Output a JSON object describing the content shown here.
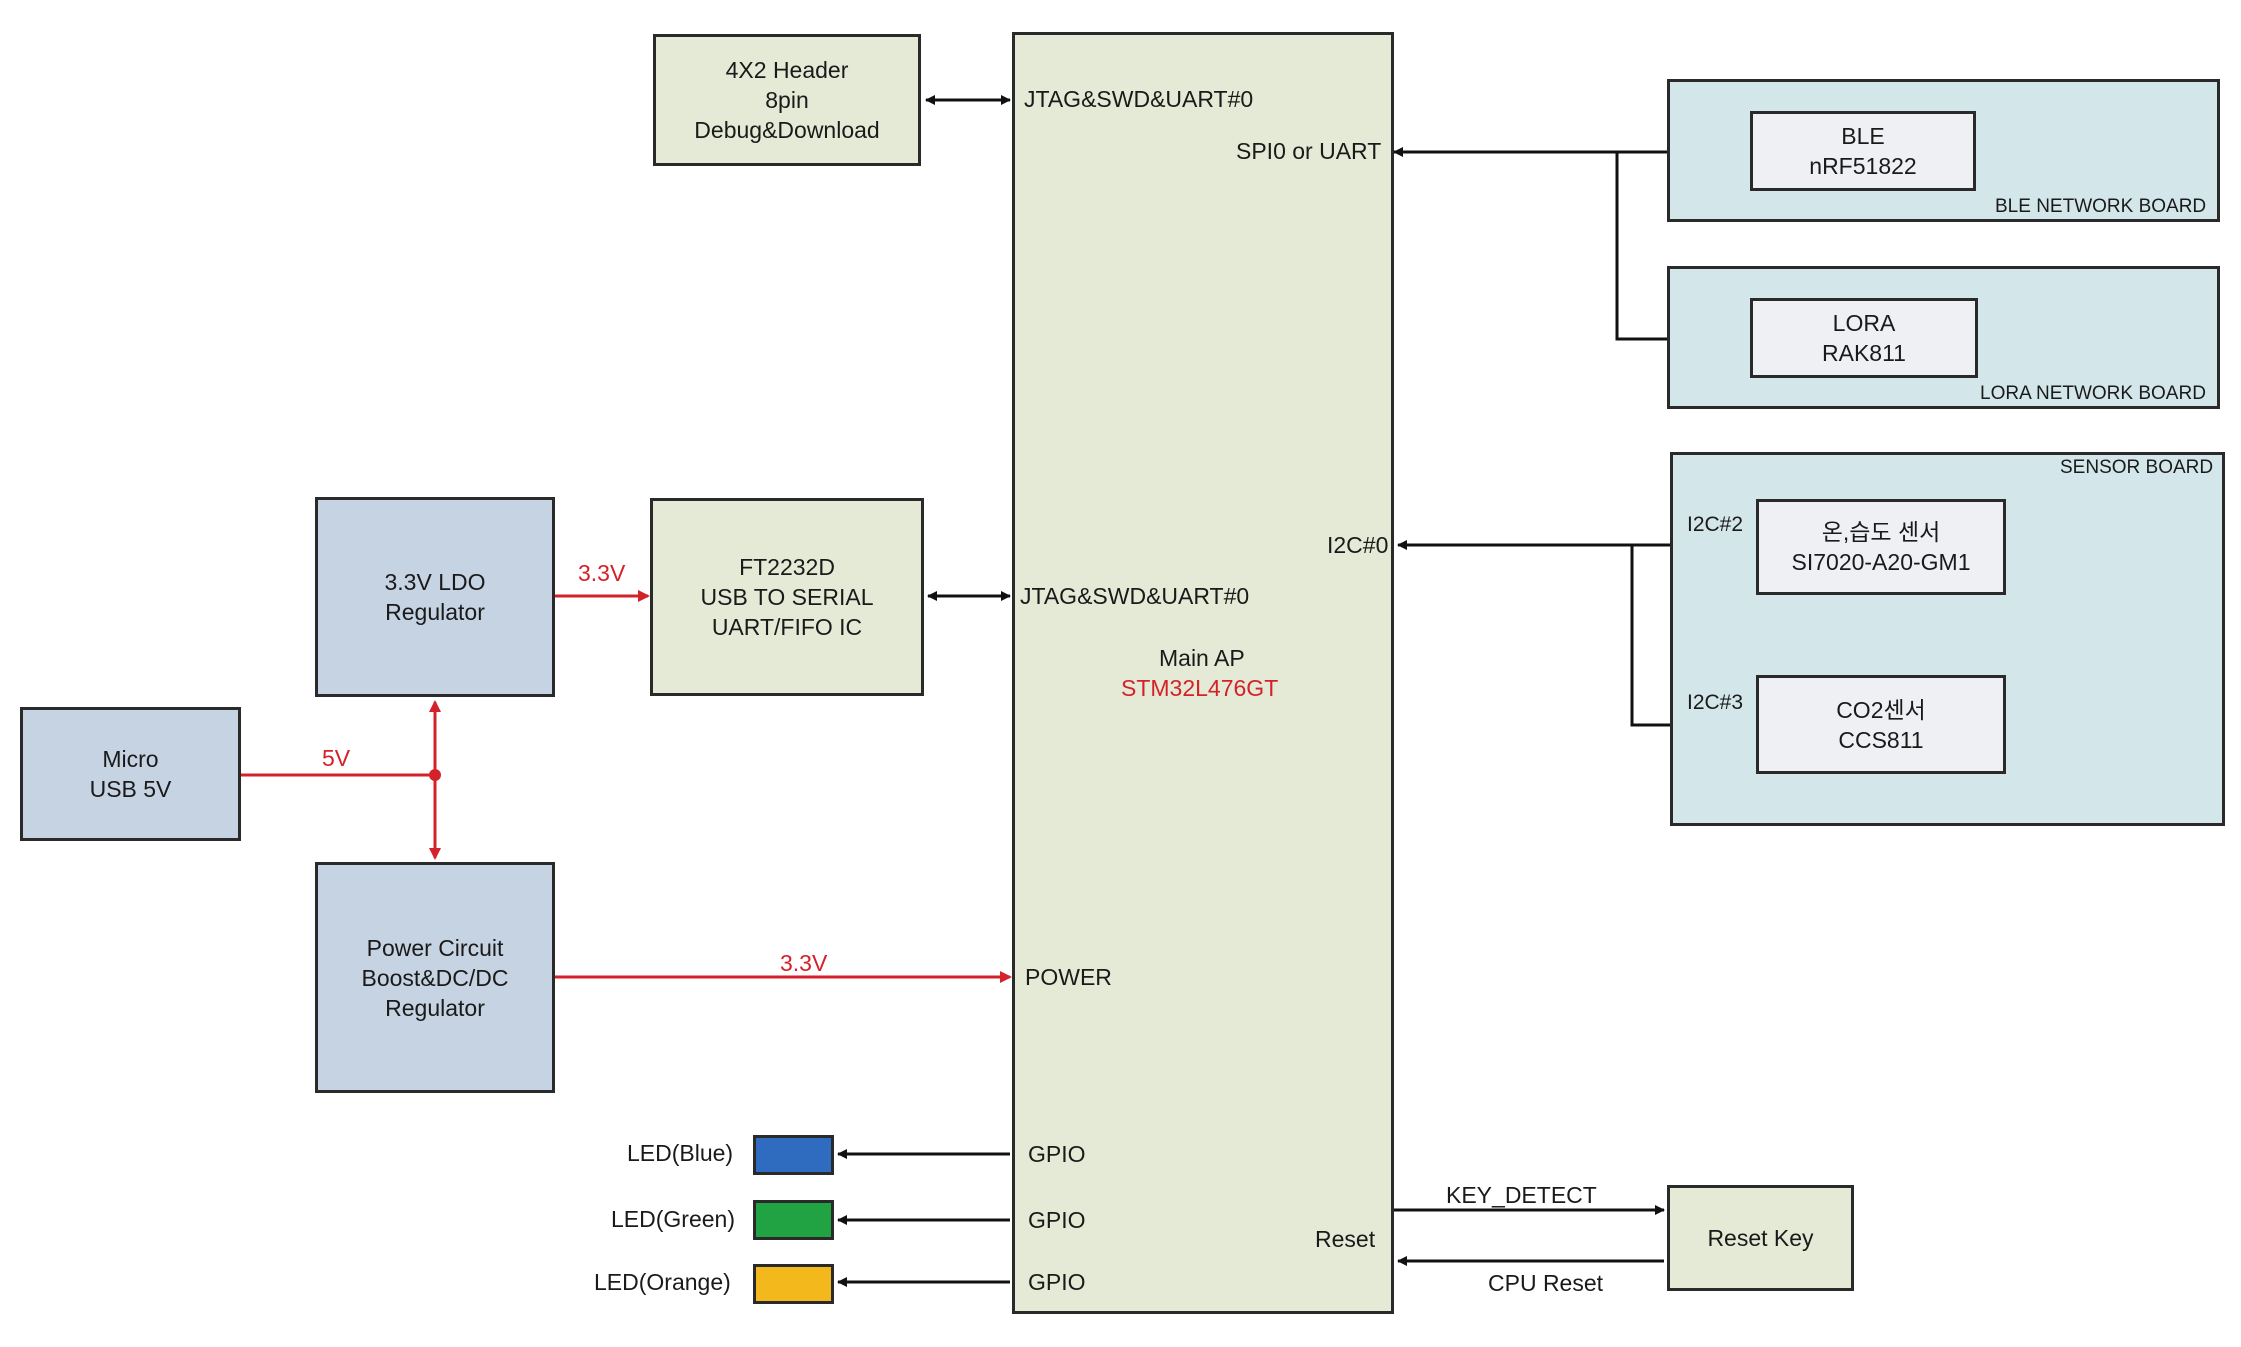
{
  "blocks": {
    "header": {
      "line1": "4X2 Header",
      "line2": "8pin",
      "line3": "Debug&Download"
    },
    "ldo": {
      "line1": "3.3V LDO",
      "line2": "Regulator"
    },
    "ft2232": {
      "line1": "FT2232D",
      "line2": "USB TO SERIAL",
      "line3": "UART/FIFO IC"
    },
    "micro_usb": {
      "line1": "Micro",
      "line2": "USB 5V"
    },
    "power_circuit": {
      "line1": "Power Circuit",
      "line2": "Boost&DC/DC",
      "line3": "Regulator"
    },
    "main_ap": {
      "title": "Main AP",
      "part": "STM32L476GT"
    },
    "ble": {
      "line1": "BLE",
      "line2": "nRF51822",
      "board": "BLE NETWORK BOARD"
    },
    "lora": {
      "line1": "LORA",
      "line2": "RAK811",
      "board": "LORA NETWORK BOARD"
    },
    "sensor_board": {
      "label": "SENSOR BOARD"
    },
    "humidity": {
      "line1": "온,습도 센서",
      "line2": "SI7020-A20-GM1"
    },
    "co2": {
      "line1": "CO2센서",
      "line2": "CCS811"
    },
    "reset_key": {
      "label": "Reset Key"
    }
  },
  "pins": {
    "jtag_top": "JTAG&SWD&UART#0",
    "spi_uart": "SPI0 or UART",
    "i2c0": "I2C#0",
    "jtag_mid": "JTAG&SWD&UART#0",
    "power": "POWER",
    "gpio1": "GPIO",
    "gpio2": "GPIO",
    "gpio3": "GPIO",
    "reset": "Reset",
    "i2c2": "I2C#2",
    "i2c3": "I2C#3"
  },
  "wire_labels": {
    "v33_ldo": "3.3V",
    "v5": "5V",
    "v33_power": "3.3V",
    "key_detect": "KEY_DETECT",
    "cpu_reset": "CPU Reset"
  },
  "leds": [
    {
      "label": "LED(Blue)",
      "color": "#2f6bbf"
    },
    {
      "label": "LED(Green)",
      "color": "#21a243"
    },
    {
      "label": "LED(Orange)",
      "color": "#f2b81c"
    }
  ],
  "colors": {
    "power_line": "#d4222a",
    "signal_line": "#111111"
  }
}
